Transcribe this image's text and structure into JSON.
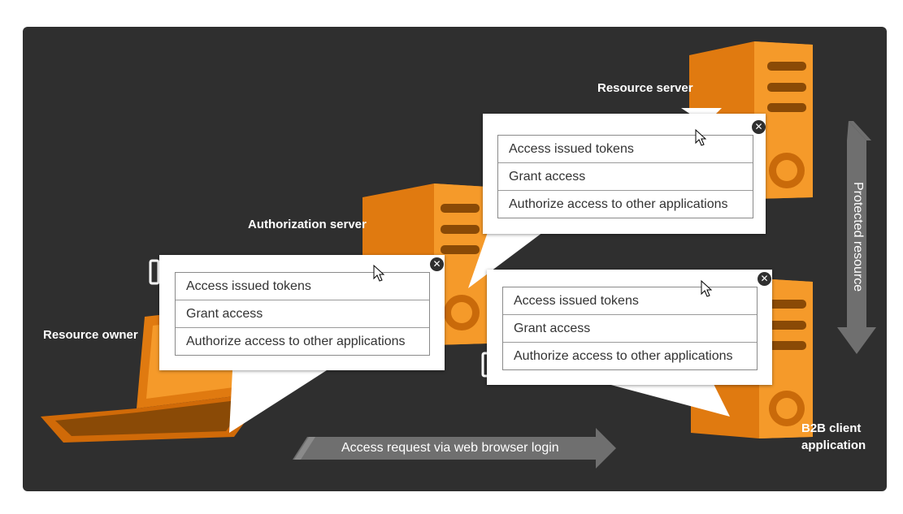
{
  "nodes": {
    "resource_server": "Resource server",
    "authorization_server": "Authorization server",
    "resource_owner": "Resource owner",
    "b2b_client": [
      "B2B client",
      "application"
    ]
  },
  "arrows": {
    "access_request": "Access request via web browser login",
    "protected_resource": "Protected resource"
  },
  "menus": [
    {
      "items": [
        "Access issued tokens",
        "Grant access",
        "Authorize access to other applications"
      ]
    },
    {
      "items": [
        "Access issued tokens",
        "Grant access",
        "Authorize access to other applications"
      ]
    },
    {
      "items": [
        "Access issued tokens",
        "Grant access",
        "Authorize access to other applications"
      ]
    }
  ],
  "colors": {
    "background": "#2f2f2f",
    "accent": "#f08a1c",
    "arrow": "#6f6f6f"
  }
}
